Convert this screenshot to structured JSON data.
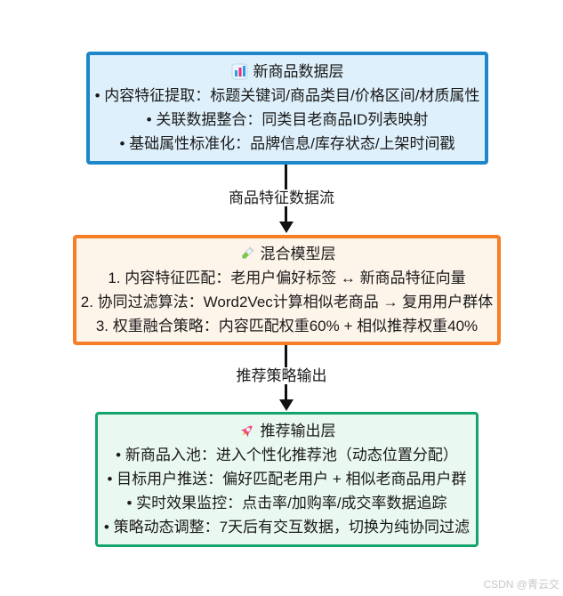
{
  "diagram": {
    "boxes": [
      {
        "name": "data-layer",
        "icon": "bar-chart-icon",
        "title": "新商品数据层",
        "lines": [
          "• 内容特征提取：标题关键词/商品类目/价格区间/材质属性",
          "• 关联数据整合：同类目老商品ID列表映射",
          "• 基础属性标准化：品牌信息/库存状态/上架时间戳"
        ],
        "border_color": "#1e87c9",
        "bg_color": "#def0fb"
      },
      {
        "name": "model-layer",
        "icon": "test-tube-icon",
        "title": "混合模型层",
        "lines": [
          "1. 内容特征匹配：老用户偏好标签 ↔ 新商品特征向量",
          "2. 协同过滤算法：Word2Vec计算相似老商品 → 复用用户群体",
          "3. 权重融合策略：内容匹配权重60% + 相似推荐权重40%"
        ],
        "border_color": "#f57e27",
        "bg_color": "#fdf4ea"
      },
      {
        "name": "output-layer",
        "icon": "rocket-icon",
        "title": "推荐输出层",
        "lines": [
          "• 新商品入池：进入个性化推荐池（动态位置分配）",
          "• 目标用户推送：偏好匹配老用户 + 相似老商品用户群",
          "• 实时效果监控：点击率/加购率/成交率数据追踪",
          "• 策略动态调整：7天后有交互数据，切换为纯协同过滤"
        ],
        "border_color": "#13a46e",
        "bg_color": "#e9f8f0"
      }
    ],
    "arrows": [
      {
        "label": "商品特征数据流"
      },
      {
        "label": "推荐策略输出"
      }
    ],
    "arrow_color": "#111111",
    "text_color": "#1a1a1a"
  },
  "watermark": {
    "text": "CSDN @青云交",
    "color": "#c9c9c9"
  }
}
